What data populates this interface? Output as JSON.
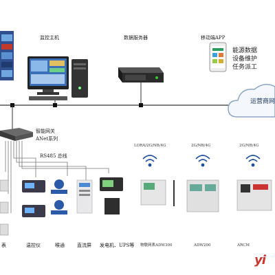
{
  "top": {
    "monitor_host": "监控主机",
    "data_server": "数据服务器",
    "mobile_app": "移动端APP",
    "app_features": [
      "能源数据",
      "设备维护",
      "任务派工"
    ],
    "cloud": "运营商网"
  },
  "gateway": {
    "line1": "智能网关",
    "line2": "ANet系列",
    "rs485": "RS485 总线"
  },
  "wireless": {
    "g1": "LORA/2G/NB/4G",
    "g2": "2G/NB/4G",
    "g3": "2G/NB/4G"
  },
  "bottom_labels": {
    "meter": "表",
    "temp": "温控仪",
    "flow": "喉通",
    "dc": "直流屏",
    "gen": "发电机、UPS等",
    "iot_meter": "物联网表ADW300",
    "adw200": "ADW200",
    "arcm": "ARCM"
  },
  "watermark": "yi"
}
